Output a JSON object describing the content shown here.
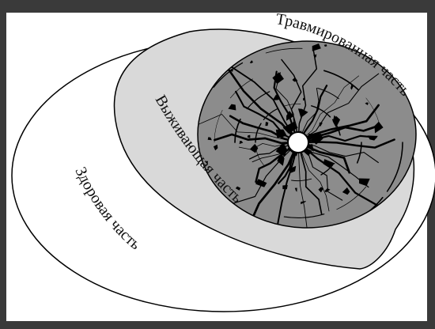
{
  "diagram": {
    "labels": {
      "healthy": "Здоровая часть",
      "surviving": "Выживающая часть",
      "injured": "Травмированная часть"
    },
    "colors": {
      "frame_outer": "#3a3a3a",
      "panel": "#ffffff",
      "healthy_fill": "#ffffff",
      "surviving_fill": "#d9d9d9",
      "injured_fill": "#8c8c8c",
      "crack": "#000000",
      "outline": "#000000"
    }
  }
}
